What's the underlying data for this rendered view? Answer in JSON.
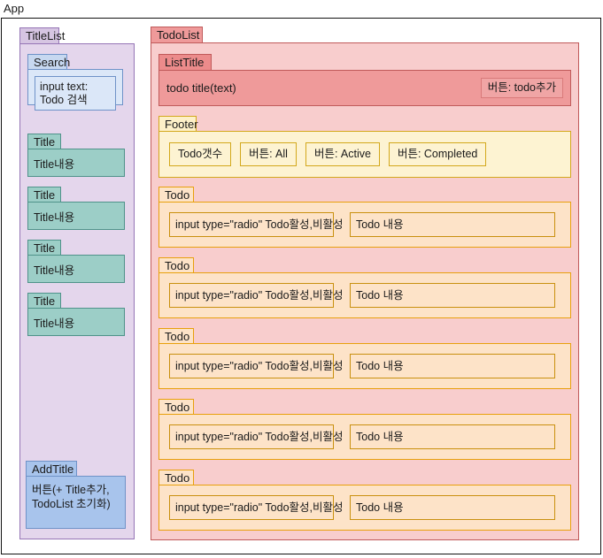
{
  "app": {
    "label": "App"
  },
  "title_list": {
    "tab_label": "TitleList",
    "search": {
      "tab_label": "Search",
      "input_text": "input text: Todo 검색"
    },
    "titles": [
      {
        "tab_label": "Title",
        "body_label": "Title내용"
      },
      {
        "tab_label": "Title",
        "body_label": "Title내용"
      },
      {
        "tab_label": "Title",
        "body_label": "Title내용"
      },
      {
        "tab_label": "Title",
        "body_label": "Title내용"
      }
    ],
    "add_title": {
      "tab_label": "AddTitle",
      "button_label": "버튼(+ Title추가, TodoList 초기화)"
    }
  },
  "todo_list": {
    "tab_label": "TodoList",
    "list_title": {
      "tab_label": "ListTitle",
      "title_text": "todo title(text)",
      "add_button_label": "버튼: todo추가"
    },
    "footer": {
      "tab_label": "Footer",
      "buttons": [
        "Todo갯수",
        "버튼: All",
        "버튼: Active",
        "버튼: Completed"
      ]
    },
    "todos": [
      {
        "tab_label": "Todo",
        "radio_label": "input type=\"radio\" Todo활성,비활성",
        "content_label": "Todo 내용"
      },
      {
        "tab_label": "Todo",
        "radio_label": "input type=\"radio\" Todo활성,비활성",
        "content_label": "Todo 내용"
      },
      {
        "tab_label": "Todo",
        "radio_label": "input type=\"radio\" Todo활성,비활성",
        "content_label": "Todo 내용"
      },
      {
        "tab_label": "Todo",
        "radio_label": "input type=\"radio\" Todo활성,비활성",
        "content_label": "Todo 내용"
      },
      {
        "tab_label": "Todo",
        "radio_label": "input type=\"radio\" Todo활성,비활성",
        "content_label": "Todo 내용"
      }
    ]
  },
  "colors": {
    "app_border": "#111111",
    "title_list_fill": "#e4d6ec",
    "title_list_tab": "#d6c5e2",
    "title_list_border": "#9575b5",
    "search_fill": "#dbe7f8",
    "search_border": "#6f92c8",
    "title_fill": "#9ccec7",
    "title_border": "#4f938a",
    "add_title_fill": "#a8c4ec",
    "todo_list_fill": "#f8cdcd",
    "todo_list_tab": "#ef9a9a",
    "todo_list_border": "#c05a5a",
    "list_title_fill": "#ef9a9a",
    "footer_fill": "#fdf3d2",
    "footer_border": "#d3a81c",
    "todo_fill": "#fde3c8",
    "todo_border": "#e8a00c"
  }
}
